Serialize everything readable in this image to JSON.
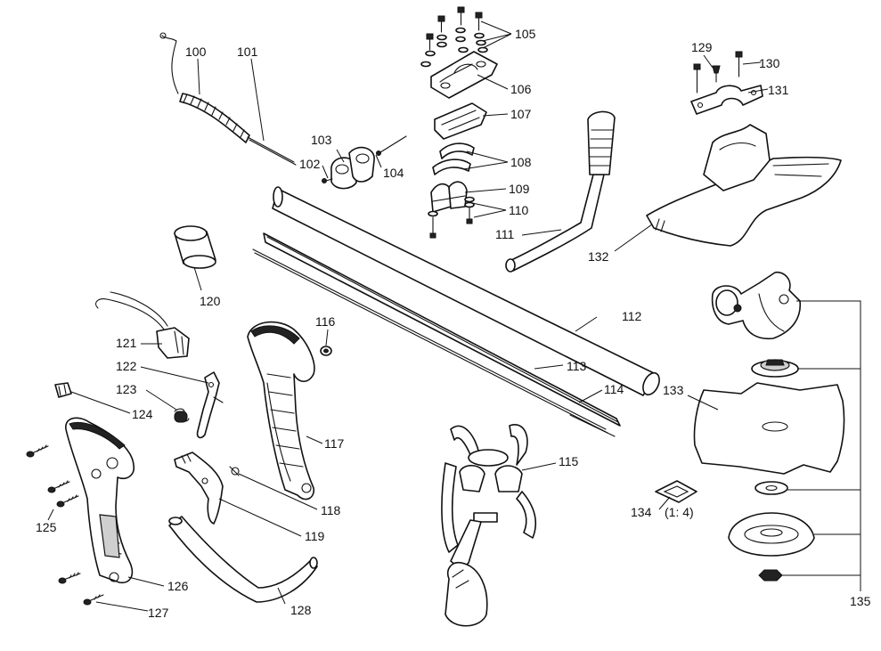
{
  "labels": {
    "l100": "100",
    "l101": "101",
    "l102": "102",
    "l103": "103",
    "l104": "104",
    "l105": "105",
    "l106": "106",
    "l107": "107",
    "l108": "108",
    "l109": "109",
    "l110": "110",
    "l111": "111",
    "l112": "112",
    "l113": "113",
    "l114": "114",
    "l115": "115",
    "l116": "116",
    "l117": "117",
    "l118": "118",
    "l119": "119",
    "l120": "120",
    "l121": "121",
    "l122": "122",
    "l123": "123",
    "l124": "124",
    "l125": "125",
    "l126": "126",
    "l127": "127",
    "l128": "128",
    "l129": "129",
    "l130": "130",
    "l131": "131",
    "l132": "132",
    "l133": "133",
    "l134": "134",
    "l135": "135"
  },
  "scale_note": "(1: 4)"
}
